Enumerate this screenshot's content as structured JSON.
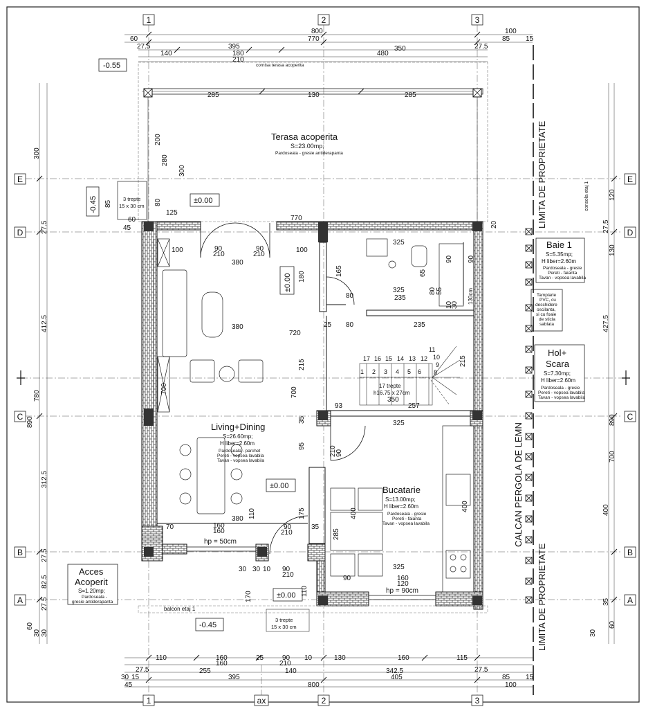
{
  "axes": {
    "top": [
      {
        "id": "1",
        "label": "1"
      },
      {
        "id": "2",
        "label": "2"
      },
      {
        "id": "3",
        "label": "3"
      }
    ],
    "bottom": [
      {
        "id": "1",
        "label": "1"
      },
      {
        "id": "ax",
        "label": "ax"
      },
      {
        "id": "2",
        "label": "2"
      },
      {
        "id": "3",
        "label": "3"
      }
    ],
    "rows": [
      {
        "id": "E",
        "label": "E"
      },
      {
        "id": "D",
        "label": "D"
      },
      {
        "id": "C",
        "label": "C"
      },
      {
        "id": "B",
        "label": "B"
      },
      {
        "id": "A",
        "label": "A"
      }
    ]
  },
  "dims_top": [
    "60",
    "800",
    "100",
    "770",
    "85",
    "15",
    "27.5",
    "395",
    "27.5",
    "140",
    "180",
    "350",
    "210",
    "480"
  ],
  "dims_bottom": [
    "110",
    "160",
    "25",
    "90",
    "10",
    "130",
    "160",
    "115",
    "160",
    "210",
    "255",
    "140",
    "342.5",
    "27.5",
    "27.5",
    "30",
    "15",
    "395",
    "405",
    "85",
    "15",
    "45",
    "800",
    "100"
  ],
  "dims_left": [
    "300",
    "412.5",
    "780",
    "890",
    "312.5",
    "27.5",
    "82.5",
    "27.5",
    "27.5",
    "60",
    "30",
    "30"
  ],
  "dims_right": [
    "120",
    "130",
    "27.5",
    "427.5",
    "890",
    "400",
    "700",
    "30",
    "60",
    "35"
  ],
  "dims_inner": [
    "285",
    "130",
    "285",
    "300",
    "280",
    "200",
    "80",
    "85",
    "125",
    "60",
    "45",
    "770",
    "100",
    "90",
    "90",
    "100",
    "210",
    "210",
    "380",
    "380",
    "180",
    "165",
    "325",
    "325",
    "235",
    "235",
    "720",
    "25",
    "80",
    "80",
    "215",
    "700",
    "93",
    "350",
    "257",
    "325",
    "35",
    "95",
    "90",
    "210",
    "700",
    "380",
    "160",
    "160",
    "70",
    "90",
    "210",
    "35",
    "175",
    "400",
    "285",
    "110",
    "90",
    "325",
    "160",
    "120",
    "30",
    "30",
    "10",
    "90",
    "210",
    "110",
    "170",
    "90",
    "65",
    "80",
    "55",
    "10",
    "30",
    "20",
    "215",
    "400"
  ],
  "levels": [
    "-0.55",
    "±0.00",
    "±0.00",
    "±0.00",
    "±0.00",
    "-0.45",
    "-0.45"
  ],
  "rooms": {
    "terasa": {
      "name": "Terasa acoperita",
      "area": "S=23.00mp;",
      "notes": [
        "Pardoseala - gresie antiderapanta"
      ]
    },
    "living": {
      "name": "Living+Dining",
      "area": "S=26.60mp;",
      "height": "H liber=2.60m",
      "notes": [
        "Pardoseala - parchet",
        "Pereti - vopsea lavabila",
        "Tavan - vopsea lavabila"
      ]
    },
    "bucatarie": {
      "name": "Bucatarie",
      "area": "S=13.00mp;",
      "height": "H liber=2.60m",
      "notes": [
        "Pardoseala - gresie",
        "Pereti - faianta",
        "Tavan - vopsea lavabila"
      ]
    },
    "baie": {
      "name": "Baie 1",
      "area": "S=5.35mp;",
      "height": "H liber=2.60m",
      "notes": [
        "Pardoseala - gresie",
        "Pereti - faianta",
        "Tavan - vopsea lavabila"
      ]
    },
    "hol": {
      "name1": "Hol+",
      "name2": "Scara",
      "area": "S=7.30mp;",
      "height": "H liber=2.60m",
      "notes": [
        "Pardoseala - gresie",
        "Pereti - vopsea lavabila",
        "Tavan - vopsea lavabila"
      ]
    },
    "acces": {
      "name1": "Acces",
      "name2": "Acoperit",
      "area": "S=1.20mp;",
      "notes": [
        "Pardoseala -",
        "gresie antiderapanta"
      ]
    }
  },
  "stairs": {
    "label": "17 trepte",
    "size": "h16.75 x 27cm",
    "steps_top": [
      "17",
      "16",
      "15",
      "14",
      "13",
      "12"
    ],
    "steps_bottom": [
      "1",
      "2",
      "3",
      "4",
      "5",
      "6"
    ],
    "steps_turn": [
      "11",
      "10",
      "9",
      "8"
    ],
    "width": "350"
  },
  "small_stairs": [
    {
      "label": "3 trepte",
      "size": "15 x 30 cm"
    },
    {
      "label": "3 trepte",
      "size": "15 x 30 cm"
    }
  ],
  "pvc_note": [
    "Tamplarie",
    "PVC, cu",
    "deschidere",
    "oscilanta,",
    "si cu foaie",
    "de sticla",
    "sablata"
  ],
  "labels": {
    "cornisa": "cornisa terasa acoperita",
    "balcon": "balcon etaj 1",
    "consola": "consola etaj 1",
    "limita1": "LIMITA DE PROPRIETATE",
    "limita2": "LIMITA DE PROPRIETATE",
    "calcan": "CALCAN PERGOLA DE LEMN",
    "hp50": "hp = 50cm",
    "hp90": "hp = 90cm",
    "window_w": "90",
    "window_h": "130cm"
  }
}
